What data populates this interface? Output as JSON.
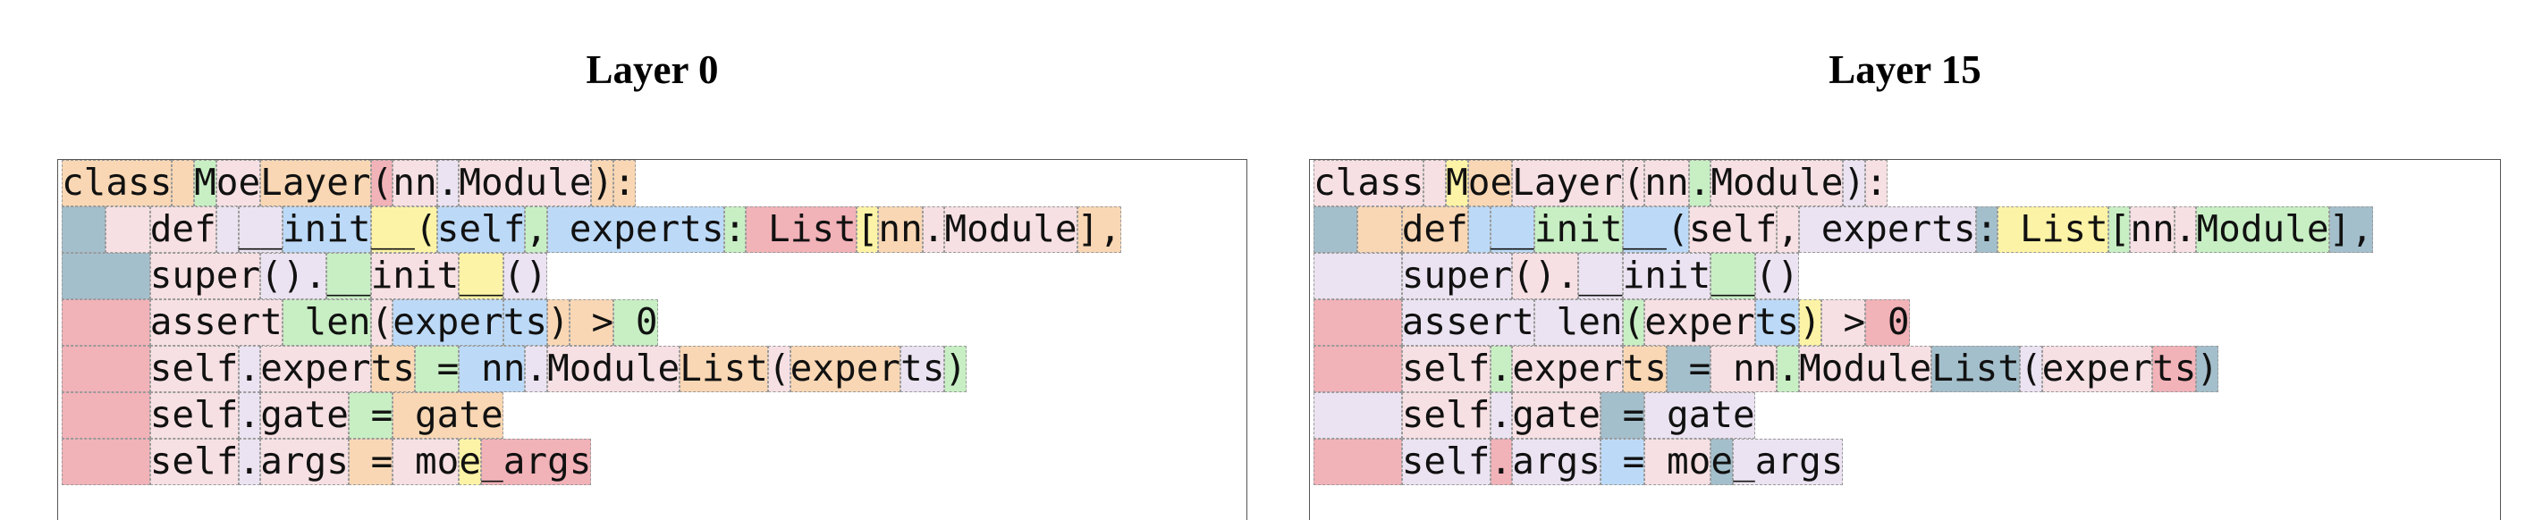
{
  "colors": {
    "o": "#f9d7b4",
    "g": "#c8efc4",
    "p": "#f6e0e3",
    "b": "#bcdaf7",
    "r": "#f1b2b8",
    "y": "#fdf3a6",
    "s": "#a4bfcc",
    "l": "#ebe3f1",
    "w": "#ffffff"
  },
  "panels": [
    {
      "title": "Layer 0",
      "lines": [
        [
          [
            "class",
            "o"
          ],
          [
            " ",
            "o"
          ],
          [
            "M",
            "g"
          ],
          [
            "oe",
            "p"
          ],
          [
            "Layer",
            "o"
          ],
          [
            "(",
            "r"
          ],
          [
            "nn",
            "p"
          ],
          [
            ".",
            "l"
          ],
          [
            "Module",
            "p"
          ],
          [
            ")",
            "o"
          ],
          [
            ":",
            "o"
          ]
        ],
        [
          [
            "  ",
            "s"
          ],
          [
            "  ",
            "p"
          ],
          [
            "def",
            "p"
          ],
          [
            " ",
            "l"
          ],
          [
            "__",
            "l"
          ],
          [
            "init",
            "b"
          ],
          [
            "__(",
            "y"
          ],
          [
            "self",
            "b"
          ],
          [
            ",",
            "g"
          ],
          [
            " experts",
            "b"
          ],
          [
            ":",
            "g"
          ],
          [
            " List",
            "r"
          ],
          [
            "[",
            "y"
          ],
          [
            "nn",
            "o"
          ],
          [
            ".",
            "p"
          ],
          [
            "Module",
            "p"
          ],
          [
            "],",
            "o"
          ]
        ],
        [
          [
            "    ",
            "s"
          ],
          [
            "super",
            "p"
          ],
          [
            "().",
            "l"
          ],
          [
            "__",
            "g"
          ],
          [
            "init",
            "p"
          ],
          [
            "__",
            "y"
          ],
          [
            "()",
            "l"
          ]
        ],
        [
          [
            "    ",
            "r"
          ],
          [
            "assert",
            "p"
          ],
          [
            " len",
            "g"
          ],
          [
            "(",
            "p"
          ],
          [
            "exper",
            "b"
          ],
          [
            "ts",
            "b"
          ],
          [
            ")",
            "o"
          ],
          [
            " >",
            "o"
          ],
          [
            " 0",
            "g"
          ]
        ],
        [
          [
            "    ",
            "r"
          ],
          [
            "self",
            "p"
          ],
          [
            ".",
            "l"
          ],
          [
            "exper",
            "p"
          ],
          [
            "ts",
            "o"
          ],
          [
            " =",
            "g"
          ],
          [
            " nn",
            "b"
          ],
          [
            ".",
            "l"
          ],
          [
            "Module",
            "p"
          ],
          [
            "List",
            "o"
          ],
          [
            "(",
            "p"
          ],
          [
            "exper",
            "o"
          ],
          [
            "ts",
            "l"
          ],
          [
            ")",
            "g"
          ]
        ],
        [
          [
            "    ",
            "r"
          ],
          [
            "self",
            "p"
          ],
          [
            ".",
            "l"
          ],
          [
            "gate",
            "p"
          ],
          [
            " =",
            "g"
          ],
          [
            " gate",
            "o"
          ]
        ],
        [
          [
            "    ",
            "r"
          ],
          [
            "self",
            "p"
          ],
          [
            ".",
            "l"
          ],
          [
            "args",
            "p"
          ],
          [
            " =",
            "o"
          ],
          [
            " mo",
            "p"
          ],
          [
            "e",
            "y"
          ],
          [
            "_args",
            "r"
          ]
        ]
      ]
    },
    {
      "title": "Layer 15",
      "lines": [
        [
          [
            "class",
            "p"
          ],
          [
            " ",
            "p"
          ],
          [
            "M",
            "y"
          ],
          [
            "oe",
            "o"
          ],
          [
            "Layer",
            "p"
          ],
          [
            "(",
            "p"
          ],
          [
            "nn",
            "p"
          ],
          [
            ".",
            "g"
          ],
          [
            "Module",
            "p"
          ],
          [
            ")",
            "l"
          ],
          [
            ":",
            "p"
          ]
        ],
        [
          [
            "  ",
            "s"
          ],
          [
            "  ",
            "o"
          ],
          [
            "def",
            "o"
          ],
          [
            " ",
            "b"
          ],
          [
            "__",
            "b"
          ],
          [
            "init",
            "g"
          ],
          [
            "__(",
            "b"
          ],
          [
            "self",
            "p"
          ],
          [
            ",",
            "p"
          ],
          [
            " experts",
            "l"
          ],
          [
            ":",
            "s"
          ],
          [
            " List",
            "y"
          ],
          [
            "[",
            "g"
          ],
          [
            "nn",
            "p"
          ],
          [
            ".",
            "p"
          ],
          [
            "Module",
            "g"
          ],
          [
            "],",
            "s"
          ]
        ],
        [
          [
            "    ",
            "l"
          ],
          [
            "super",
            "l"
          ],
          [
            "().",
            "p"
          ],
          [
            "__",
            "l"
          ],
          [
            "init",
            "l"
          ],
          [
            "__",
            "g"
          ],
          [
            "()",
            "l"
          ]
        ],
        [
          [
            "    ",
            "r"
          ],
          [
            "assert",
            "l"
          ],
          [
            " len",
            "l"
          ],
          [
            "(",
            "g"
          ],
          [
            "exper",
            "p"
          ],
          [
            "ts",
            "b"
          ],
          [
            ")",
            "y"
          ],
          [
            " >",
            "p"
          ],
          [
            " 0",
            "r"
          ]
        ],
        [
          [
            "    ",
            "r"
          ],
          [
            "self",
            "p"
          ],
          [
            ".",
            "g"
          ],
          [
            "exper",
            "p"
          ],
          [
            "ts",
            "o"
          ],
          [
            " =",
            "s"
          ],
          [
            " nn",
            "p"
          ],
          [
            ".",
            "g"
          ],
          [
            "Module",
            "p"
          ],
          [
            "List",
            "s"
          ],
          [
            "(",
            "l"
          ],
          [
            "exper",
            "p"
          ],
          [
            "ts",
            "r"
          ],
          [
            ")",
            "s"
          ]
        ],
        [
          [
            "    ",
            "l"
          ],
          [
            "self",
            "p"
          ],
          [
            ".",
            "l"
          ],
          [
            "gate",
            "p"
          ],
          [
            " =",
            "s"
          ],
          [
            " gate",
            "l"
          ]
        ],
        [
          [
            "    ",
            "r"
          ],
          [
            "self",
            "l"
          ],
          [
            ".",
            "r"
          ],
          [
            "args",
            "l"
          ],
          [
            " =",
            "b"
          ],
          [
            " mo",
            "p"
          ],
          [
            "e",
            "s"
          ],
          [
            "_args",
            "l"
          ]
        ]
      ]
    }
  ]
}
